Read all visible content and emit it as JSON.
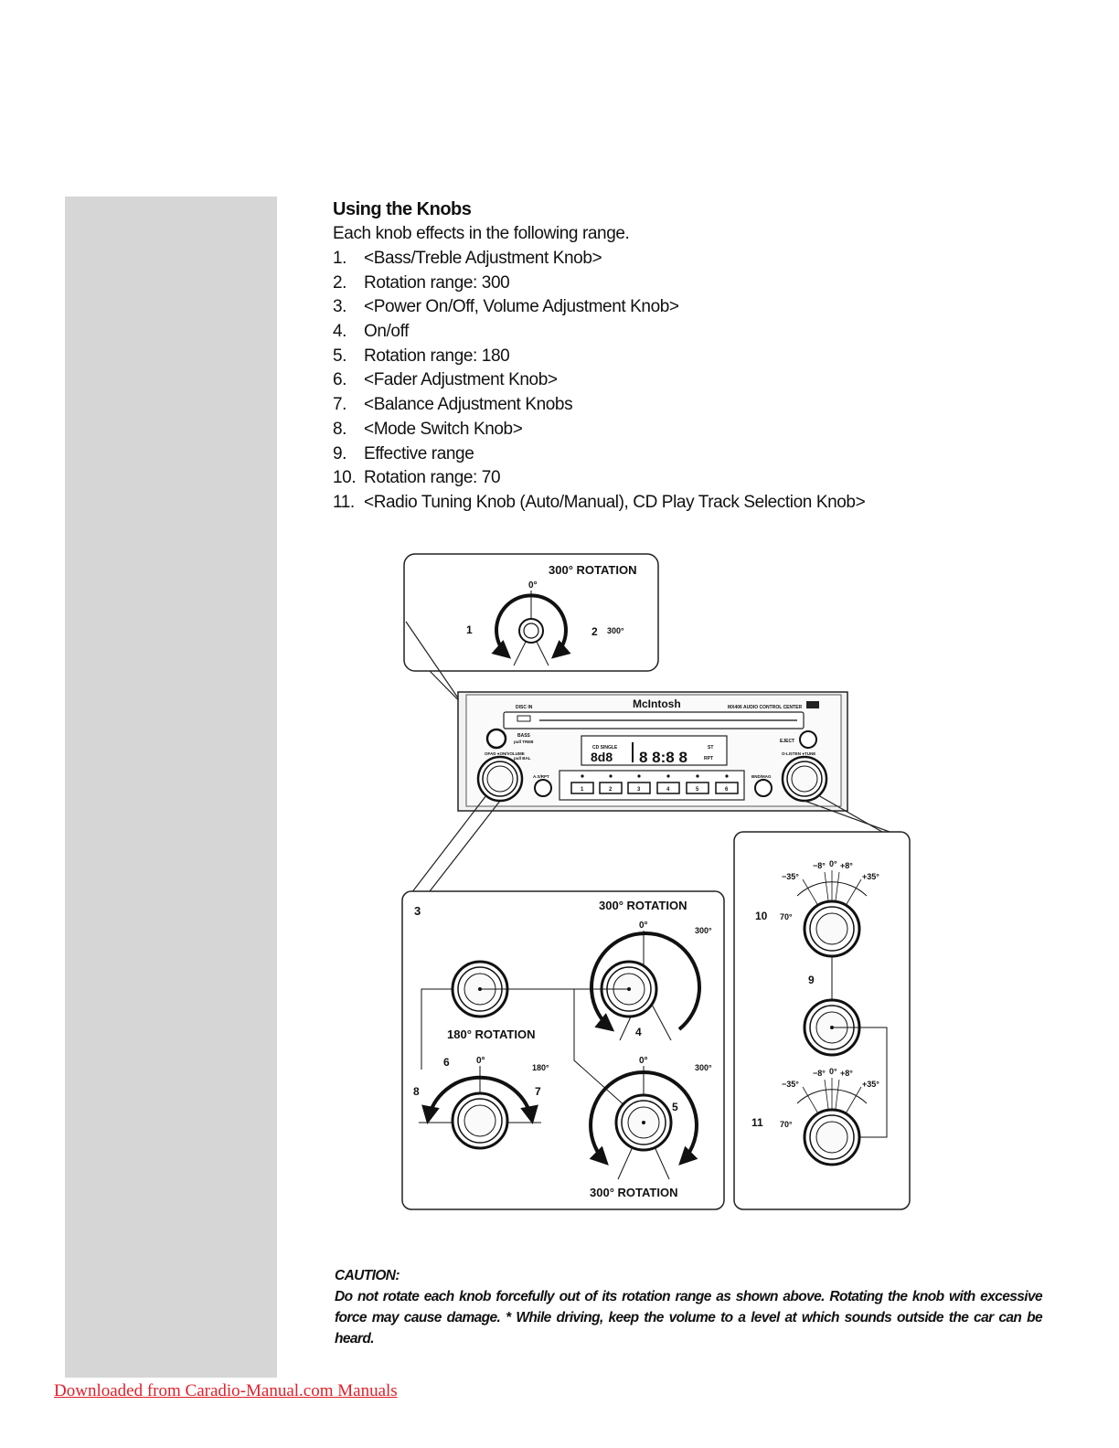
{
  "page": {
    "heading": "Using the Knobs",
    "intro": "Each knob effects in the following range.",
    "items": [
      {
        "num": "1.",
        "text": "<Bass/Treble Adjustment Knob>"
      },
      {
        "num": "2.",
        "text": "Rotation range: 300"
      },
      {
        "num": "3.",
        "text": "<Power On/Off, Volume Adjustment Knob>"
      },
      {
        "num": "4.",
        "text": "On/off"
      },
      {
        "num": "5.",
        "text": "Rotation range: 180"
      },
      {
        "num": "6.",
        "text": "<Fader Adjustment Knob>"
      },
      {
        "num": "7.",
        "text": "<Balance Adjustment Knobs"
      },
      {
        "num": "8.",
        "text": "<Mode Switch Knob>"
      },
      {
        "num": "9.",
        "text": "Effective range"
      },
      {
        "num": "10.",
        "text": "Rotation range: 70"
      },
      {
        "num": "11.",
        "text": "<Radio Tuning Knob (Auto/Manual), CD Play Track Selection Knob>"
      }
    ]
  },
  "figure": {
    "top_panel": {
      "title": "300° ROTATION",
      "zero": "0°",
      "range": "300°",
      "left_num": "1",
      "right_num": "2"
    },
    "unit": {
      "brand": "McIntosh",
      "model": "MX406 AUDIO CONTROL CENTER",
      "disc_in": "DISC IN",
      "bass_label": "BASS",
      "bass_sub": "pull TREB",
      "eject": "EJECT",
      "left_knob_label": "OFAD  ●ON/VOLUME",
      "left_knob_sub": "pull BAL",
      "right_knob_label": "O-LISTEN  ●TUNE",
      "as_rpt": "A.S/RPT",
      "bnd_mag": "BND/MAG",
      "display_small": "CD SINGLE",
      "display_left": "8d8",
      "display_right": "8 8:8 8",
      "st": "ST",
      "rpt": "RPT",
      "presets": [
        "1",
        "2",
        "3",
        "4",
        "5",
        "6"
      ]
    },
    "bottom_left": {
      "num3": "3",
      "title_top": "300° ROTATION",
      "zero_a": "0°",
      "range_a": "300°",
      "num4": "4",
      "title_180": "180° ROTATION",
      "num6": "6",
      "zero_b": "0°",
      "range_180": "180°",
      "num8": "8",
      "num7": "7",
      "zero_c": "0°",
      "range_c": "300°",
      "num5": "5",
      "title_bottom": "300° ROTATION"
    },
    "bottom_right": {
      "num10": "10",
      "num9": "9",
      "num11": "11",
      "m35": "−35°",
      "m8": "−8°",
      "zero": "0°",
      "p8": "+8°",
      "p35": "+35°",
      "r70": "70°"
    }
  },
  "caution": {
    "title": "CAUTION:",
    "text": "Do not rotate each knob forcefully out of its rotation range as shown above. Rotating the knob with excessive force may cause damage. * While driving, keep the volume to a level at which sounds outside the car can be heard."
  },
  "footer": {
    "link_text": "Downloaded from Caradio-Manual.com Manuals"
  }
}
